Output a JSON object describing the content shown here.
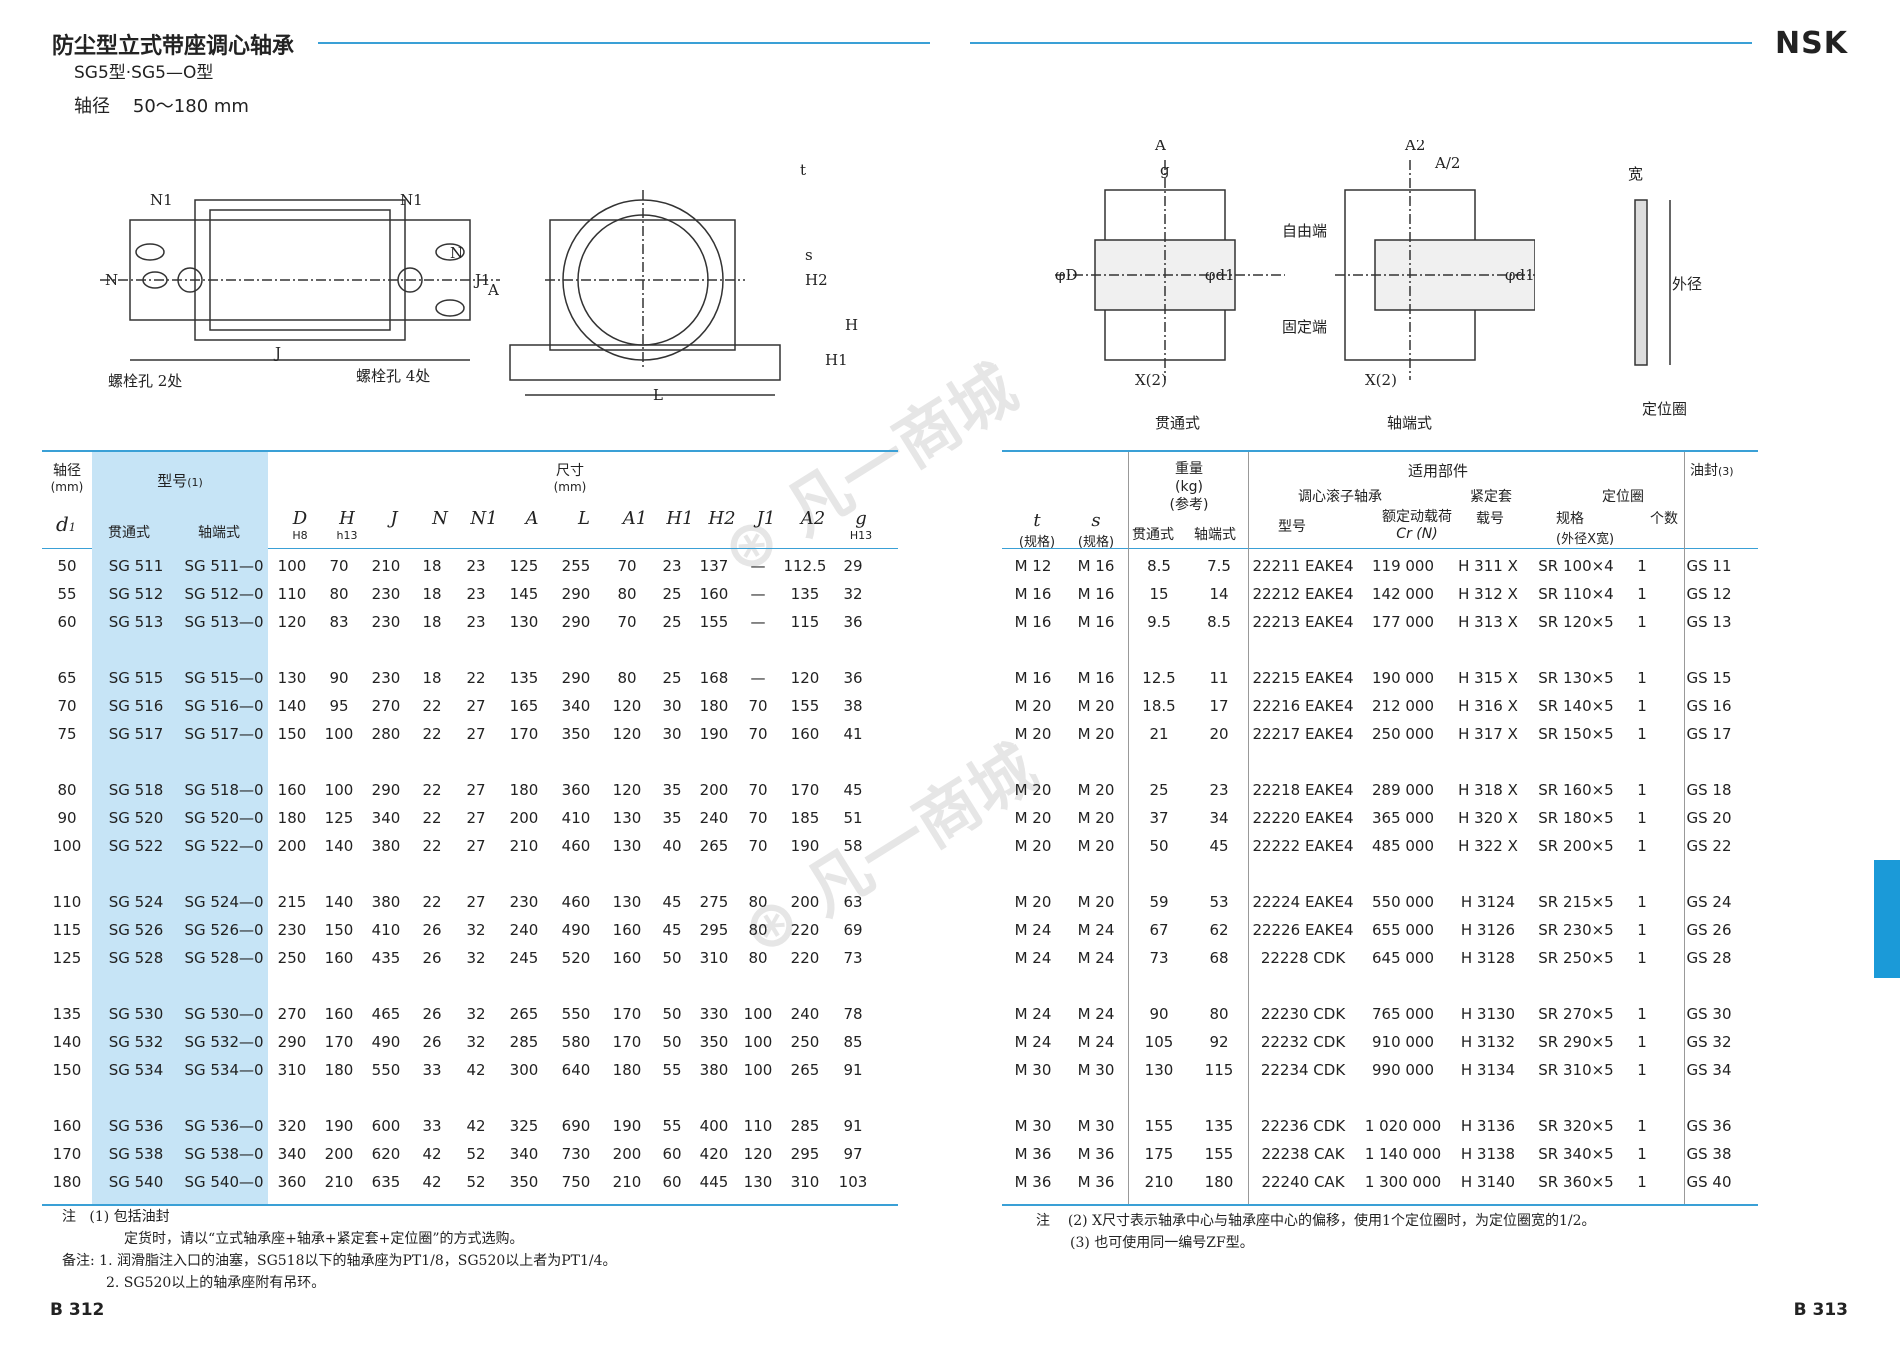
{
  "header": {
    "title": "防尘型立式带座调心轴承",
    "subtitle": "SG5型·SG5—O型",
    "shaft_label": "轴径",
    "shaft_range": "50～180 mm",
    "brand": "NSK"
  },
  "diagram_labels": {
    "bolt_hole_2": "螺栓孔 2处",
    "bolt_hole_4": "螺栓孔 4处",
    "through_type": "贯通式",
    "shaft_end_type": "轴端式",
    "free_end": "自由端",
    "fixed_end": "固定端",
    "locating_ring": "定位圈",
    "width": "宽",
    "outer_diameter": "外径"
  },
  "left_table": {
    "h_shaft": "轴径",
    "h_shaft_unit": "(mm)",
    "h_model": "型号",
    "h_model_note": "(1)",
    "h_dim": "尺寸",
    "h_dim_unit": "(mm)",
    "h_d1": "d",
    "h_through": "贯通式",
    "h_end": "轴端式",
    "dim_cols": [
      "D",
      "H",
      "J",
      "N",
      "N1",
      "A",
      "L",
      "A1",
      "H1",
      "H2",
      "J1",
      "A2",
      "g"
    ],
    "dim_subs": [
      "H8",
      "h13",
      "",
      "",
      "",
      "",
      "",
      "",
      "",
      "",
      "",
      "",
      "H13"
    ],
    "rows": [
      [
        "50",
        "SG 511",
        "SG 511—0",
        "100",
        "70",
        "210",
        "18",
        "23",
        "125",
        "255",
        "70",
        "23",
        "137",
        "—",
        "112.5",
        "29"
      ],
      [
        "55",
        "SG 512",
        "SG 512—0",
        "110",
        "80",
        "230",
        "18",
        "23",
        "145",
        "290",
        "80",
        "25",
        "160",
        "—",
        "135",
        "32"
      ],
      [
        "60",
        "SG 513",
        "SG 513—0",
        "120",
        "83",
        "230",
        "18",
        "23",
        "130",
        "290",
        "70",
        "25",
        "155",
        "—",
        "115",
        "36"
      ],
      [
        "65",
        "SG 515",
        "SG 515—0",
        "130",
        "90",
        "230",
        "18",
        "22",
        "135",
        "290",
        "80",
        "25",
        "168",
        "—",
        "120",
        "36"
      ],
      [
        "70",
        "SG 516",
        "SG 516—0",
        "140",
        "95",
        "270",
        "22",
        "27",
        "165",
        "340",
        "120",
        "30",
        "180",
        "70",
        "155",
        "38"
      ],
      [
        "75",
        "SG 517",
        "SG 517—0",
        "150",
        "100",
        "280",
        "22",
        "27",
        "170",
        "350",
        "120",
        "30",
        "190",
        "70",
        "160",
        "41"
      ],
      [
        "80",
        "SG 518",
        "SG 518—0",
        "160",
        "100",
        "290",
        "22",
        "27",
        "180",
        "360",
        "120",
        "35",
        "200",
        "70",
        "170",
        "45"
      ],
      [
        "90",
        "SG 520",
        "SG 520—0",
        "180",
        "125",
        "340",
        "22",
        "27",
        "200",
        "410",
        "130",
        "35",
        "240",
        "70",
        "185",
        "51"
      ],
      [
        "100",
        "SG 522",
        "SG 522—0",
        "200",
        "140",
        "380",
        "22",
        "27",
        "210",
        "460",
        "130",
        "40",
        "265",
        "70",
        "190",
        "58"
      ],
      [
        "110",
        "SG 524",
        "SG 524—0",
        "215",
        "140",
        "380",
        "22",
        "27",
        "230",
        "460",
        "130",
        "45",
        "275",
        "80",
        "200",
        "63"
      ],
      [
        "115",
        "SG 526",
        "SG 526—0",
        "230",
        "150",
        "410",
        "26",
        "32",
        "240",
        "490",
        "160",
        "45",
        "295",
        "80",
        "220",
        "69"
      ],
      [
        "125",
        "SG 528",
        "SG 528—0",
        "250",
        "160",
        "435",
        "26",
        "32",
        "245",
        "520",
        "160",
        "50",
        "310",
        "80",
        "220",
        "73"
      ],
      [
        "135",
        "SG 530",
        "SG 530—0",
        "270",
        "160",
        "465",
        "26",
        "32",
        "265",
        "550",
        "170",
        "50",
        "330",
        "100",
        "240",
        "78"
      ],
      [
        "140",
        "SG 532",
        "SG 532—0",
        "290",
        "170",
        "490",
        "26",
        "32",
        "285",
        "580",
        "170",
        "50",
        "350",
        "100",
        "250",
        "85"
      ],
      [
        "150",
        "SG 534",
        "SG 534—0",
        "310",
        "180",
        "550",
        "33",
        "42",
        "300",
        "640",
        "180",
        "55",
        "380",
        "100",
        "265",
        "91"
      ],
      [
        "160",
        "SG 536",
        "SG 536—0",
        "320",
        "190",
        "600",
        "33",
        "42",
        "325",
        "690",
        "190",
        "55",
        "400",
        "110",
        "285",
        "91"
      ],
      [
        "170",
        "SG 538",
        "SG 538—0",
        "340",
        "200",
        "620",
        "42",
        "52",
        "340",
        "730",
        "200",
        "60",
        "420",
        "120",
        "295",
        "97"
      ],
      [
        "180",
        "SG 540",
        "SG 540—0",
        "360",
        "210",
        "635",
        "42",
        "52",
        "350",
        "750",
        "210",
        "60",
        "445",
        "130",
        "310",
        "103"
      ]
    ]
  },
  "right_table": {
    "h_t": "t",
    "h_t_sub": "(规格)",
    "h_s": "s",
    "h_s_sub": "(规格)",
    "h_weight": "重量",
    "h_weight_unit": "(kg)",
    "h_weight_ref": "(参考)",
    "h_w_through": "贯通式",
    "h_w_end": "轴端式",
    "h_parts": "适用部件",
    "h_bearing": "调心滚子轴承",
    "h_model": "型号",
    "h_load": "额定动载荷",
    "h_load_sym": "Cr (N)",
    "h_sleeve": "紧定套",
    "h_sleeve_no": "载号",
    "h_ring": "定位圈",
    "h_ring_spec": "规格",
    "h_ring_spec_sub": "(外径X宽)",
    "h_ring_count": "个数",
    "h_seal": "油封",
    "h_seal_note": "(3)",
    "rows": [
      [
        "M 12",
        "M 16",
        "8.5",
        "7.5",
        "22211 EAKE4",
        "119 000",
        "H 311 X",
        "SR 100×4",
        "1",
        "GS 11"
      ],
      [
        "M 16",
        "M 16",
        "15",
        "14",
        "22212 EAKE4",
        "142 000",
        "H 312 X",
        "SR 110×4",
        "1",
        "GS 12"
      ],
      [
        "M 16",
        "M 16",
        "9.5",
        "8.5",
        "22213 EAKE4",
        "177 000",
        "H 313 X",
        "SR 120×5",
        "1",
        "GS 13"
      ],
      [
        "M 16",
        "M 16",
        "12.5",
        "11",
        "22215 EAKE4",
        "190 000",
        "H 315 X",
        "SR 130×5",
        "1",
        "GS 15"
      ],
      [
        "M 20",
        "M 20",
        "18.5",
        "17",
        "22216 EAKE4",
        "212 000",
        "H 316 X",
        "SR 140×5",
        "1",
        "GS 16"
      ],
      [
        "M 20",
        "M 20",
        "21",
        "20",
        "22217 EAKE4",
        "250 000",
        "H 317 X",
        "SR 150×5",
        "1",
        "GS 17"
      ],
      [
        "M 20",
        "M 20",
        "25",
        "23",
        "22218 EAKE4",
        "289 000",
        "H 318 X",
        "SR 160×5",
        "1",
        "GS 18"
      ],
      [
        "M 20",
        "M 20",
        "37",
        "34",
        "22220 EAKE4",
        "365 000",
        "H 320 X",
        "SR 180×5",
        "1",
        "GS 20"
      ],
      [
        "M 20",
        "M 20",
        "50",
        "45",
        "22222 EAKE4",
        "485 000",
        "H 322 X",
        "SR 200×5",
        "1",
        "GS 22"
      ],
      [
        "M 20",
        "M 20",
        "59",
        "53",
        "22224 EAKE4",
        "550 000",
        "H 3124",
        "SR 215×5",
        "1",
        "GS 24"
      ],
      [
        "M 24",
        "M 24",
        "67",
        "62",
        "22226 EAKE4",
        "655 000",
        "H 3126",
        "SR 230×5",
        "1",
        "GS 26"
      ],
      [
        "M 24",
        "M 24",
        "73",
        "68",
        "22228 CDK",
        "645 000",
        "H 3128",
        "SR 250×5",
        "1",
        "GS 28"
      ],
      [
        "M 24",
        "M 24",
        "90",
        "80",
        "22230 CDK",
        "765 000",
        "H 3130",
        "SR 270×5",
        "1",
        "GS 30"
      ],
      [
        "M 24",
        "M 24",
        "105",
        "92",
        "22232 CDK",
        "910 000",
        "H 3132",
        "SR 290×5",
        "1",
        "GS 32"
      ],
      [
        "M 30",
        "M 30",
        "130",
        "115",
        "22234 CDK",
        "990 000",
        "H 3134",
        "SR 310×5",
        "1",
        "GS 34"
      ],
      [
        "M 30",
        "M 30",
        "155",
        "135",
        "22236 CDK",
        "1 020 000",
        "H 3136",
        "SR 320×5",
        "1",
        "GS 36"
      ],
      [
        "M 36",
        "M 36",
        "175",
        "155",
        "22238 CAK",
        "1 140 000",
        "H 3138",
        "SR 340×5",
        "1",
        "GS 38"
      ],
      [
        "M 36",
        "M 36",
        "210",
        "180",
        "22240 CAK",
        "1 300 000",
        "H 3140",
        "SR 360×5",
        "1",
        "GS 40"
      ]
    ]
  },
  "notes_left": {
    "label": "注",
    "n1": "(1) 包括油封",
    "n1b": "定货时，请以“立式轴承座+轴承+紧定套+定位圈”的方式选购。",
    "remark_label": "备注:",
    "r1": "1. 润滑脂注入口的油塞，SG518以下的轴承座为PT1/8，SG520以上者为PT1/4。",
    "r2": "2. SG520以上的轴承座附有吊环。"
  },
  "notes_right": {
    "label": "注",
    "n2": "(2) X尺寸表示轴承中心与轴承座中心的偏移，使用1个定位圈时，为定位圈宽的1/2。",
    "n3": "(3) 也可使用同一编号ZF型。"
  },
  "pages": {
    "left": "B 312",
    "right": "B 313"
  },
  "colors": {
    "accent": "#3aa0d6",
    "highlight": "#c6e4f6",
    "tab": "#1b9ad8"
  }
}
